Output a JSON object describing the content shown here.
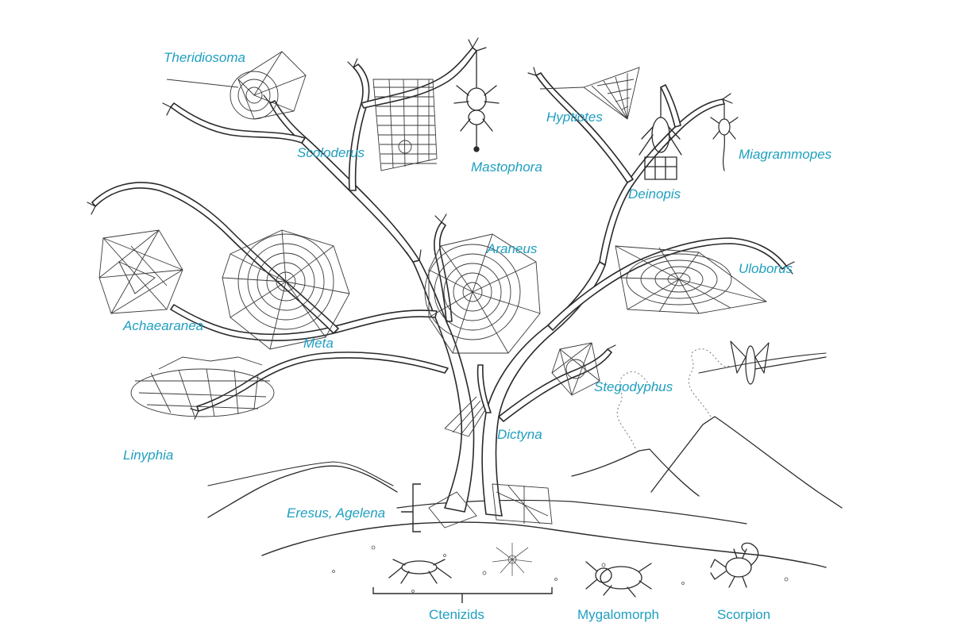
{
  "labels": {
    "theridiosoma": "Theridiosoma",
    "scoloderus": "Scoloderus",
    "mastophora": "Mastophora",
    "hyptiotes": "Hyptiotes",
    "miagrammopes": "Miagrammopes",
    "deinopis": "Deinopis",
    "araneus": "Araneus",
    "uloborus": "Uloborus",
    "achaearanea": "Achaearanea",
    "meta": "Meta",
    "stegodyphus": "Stegodyphus",
    "linyphia": "Linyphia",
    "dictyna": "Dictyna",
    "eresus_agelena": "Eresus, Agelena",
    "ctenizids": "Ctenizids",
    "mygalomorph": "Mygalomorph",
    "scorpion": "Scorpion"
  },
  "colors": {
    "label": "#1f9fbf",
    "ink": "#2a2a2a"
  }
}
